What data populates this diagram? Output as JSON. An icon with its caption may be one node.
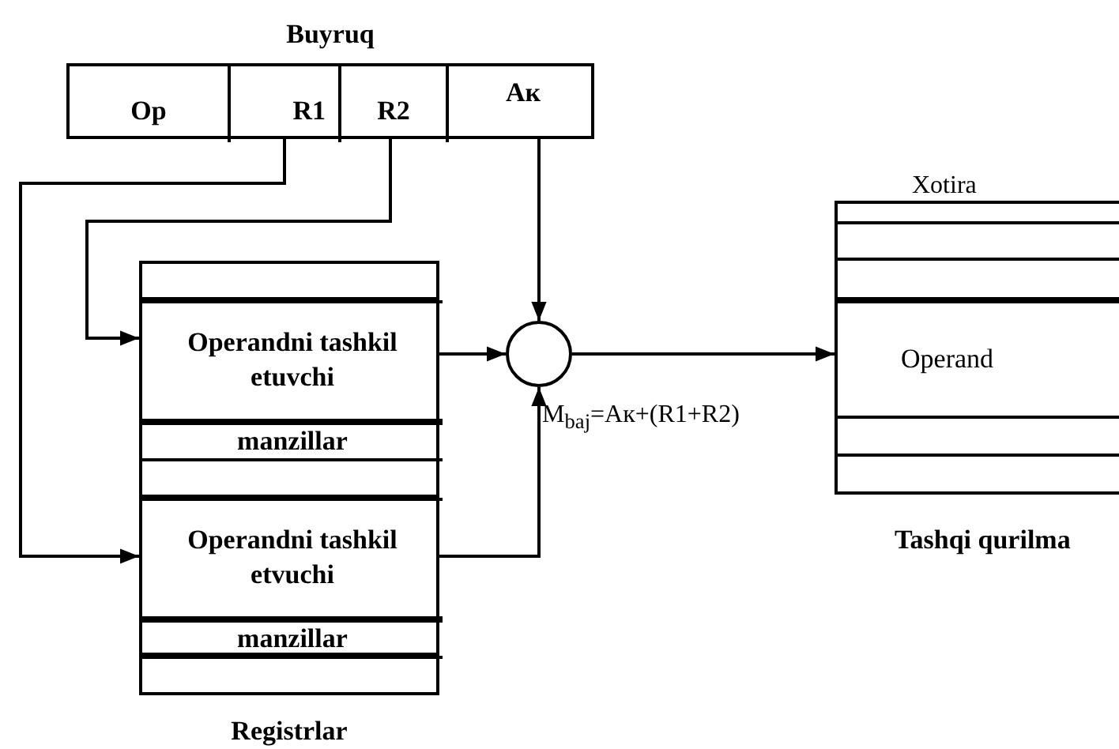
{
  "diagram": {
    "nodes": [
      {
        "text": [
          "Buyruq"
        ]
      },
      {
        "text": [
          "Op"
        ],
        "in": 0
      },
      {
        "text": [
          "R1"
        ],
        "in": 0
      },
      {
        "text": [
          "R2"
        ],
        "in": 0
      },
      {
        "text": [
          "Aк"
        ],
        "in": 0
      },
      {
        "text": [
          "Registrlar"
        ]
      },
      {
        "text": [
          "Operandni tashkil etuvchi"
        ],
        "in": 5
      },
      {
        "text": [
          "manzillar"
        ],
        "in": 5
      },
      {
        "text": [
          "Operandni tashkil etvuchi"
        ],
        "in": 5
      },
      {
        "text": [
          "manzillar"
        ],
        "in": 5
      },
      {
        "text": [],
        "shape": "circle",
        "beside": [
          "M$_{baj}$=Aк+(R1+R2)"
        ]
      },
      {
        "text": [
          "Xotira"
        ],
        "beside": [
          "Tashqi qurilma"
        ]
      },
      {
        "text": [
          "Operand"
        ],
        "in": 11
      }
    ],
    "edges": [
      {
        "from": 2,
        "to": 8,
        "arrow": "to"
      },
      {
        "from": 3,
        "to": 6,
        "arrow": "to"
      },
      {
        "from": 4,
        "to": 10,
        "arrow": "to"
      },
      {
        "from": 6,
        "to": 10,
        "arrow": "to"
      },
      {
        "from": 8,
        "to": 10,
        "arrow": "to"
      },
      {
        "from": 10,
        "to": 12,
        "arrow": "to"
      }
    ]
  }
}
